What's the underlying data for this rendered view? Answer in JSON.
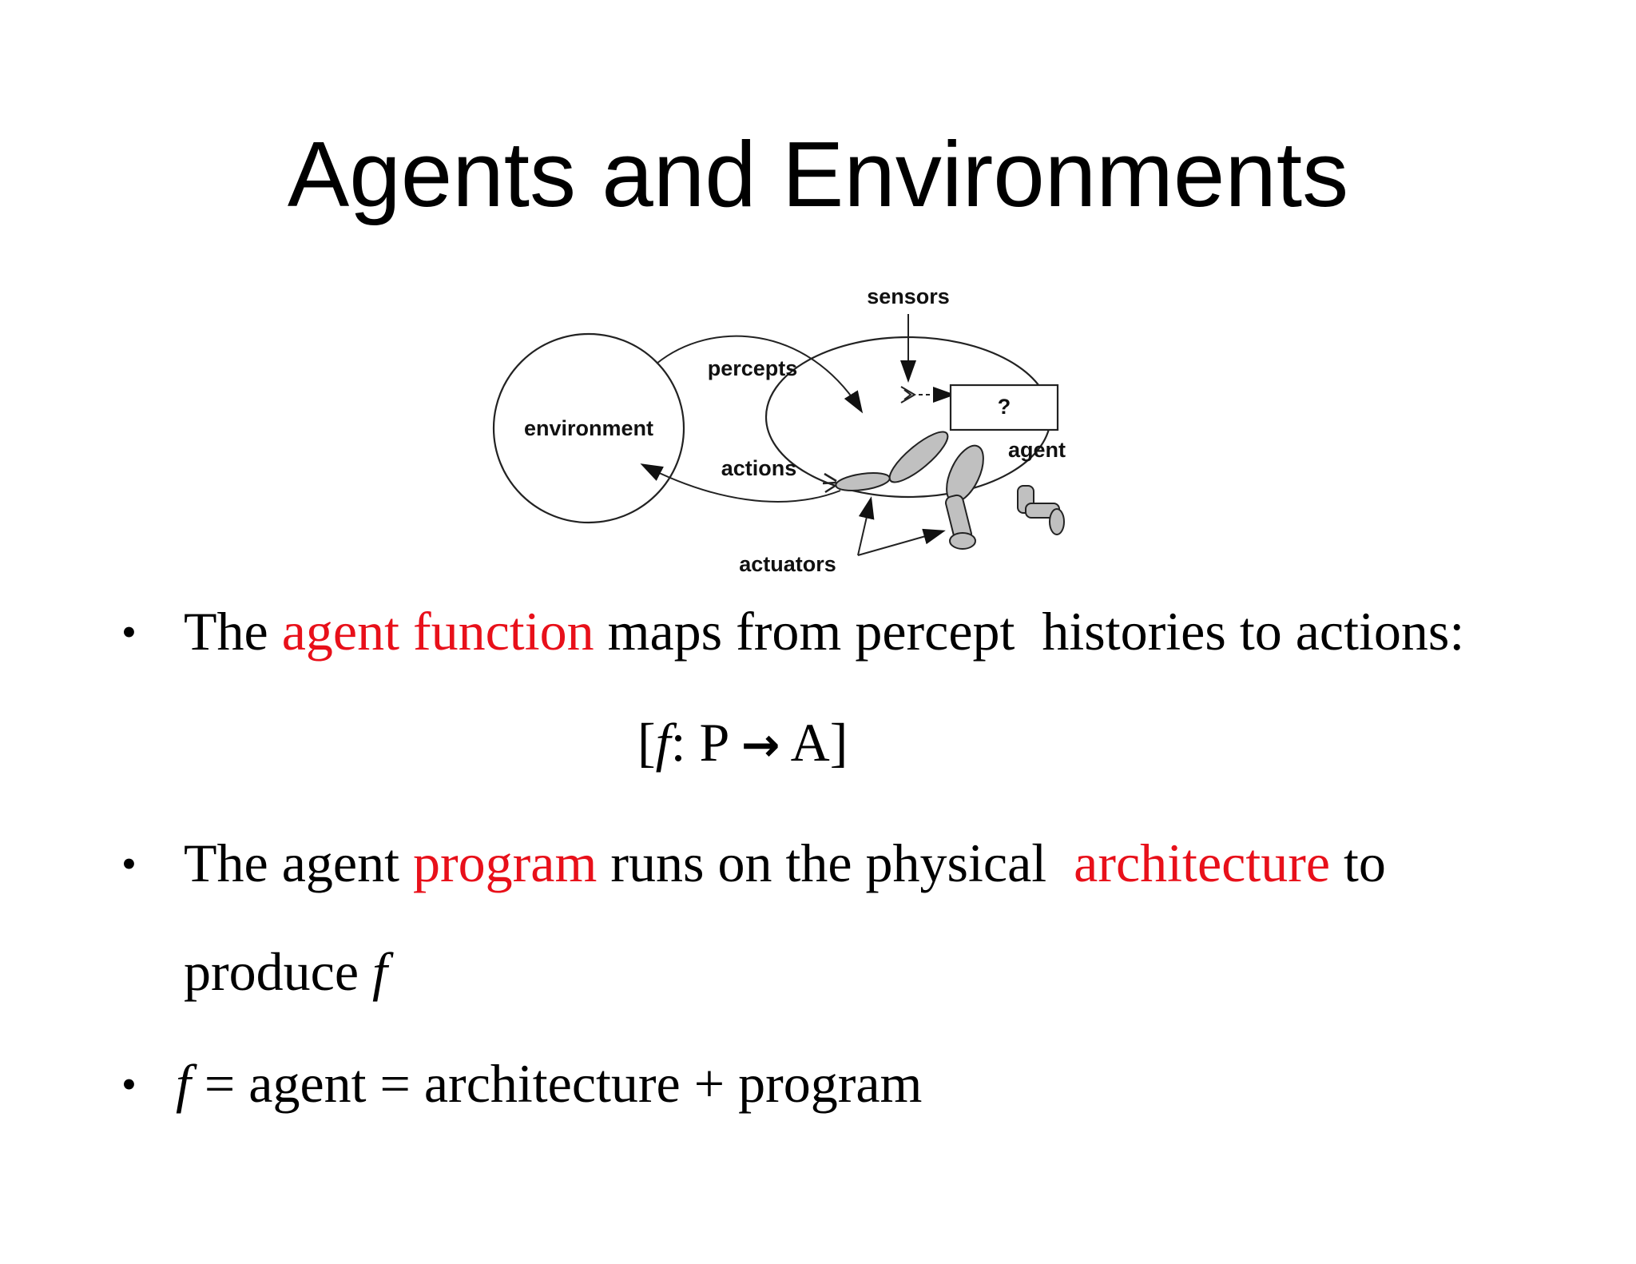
{
  "slide": {
    "title": "Agents and Environments"
  },
  "diagram": {
    "labels": {
      "sensors": "sensors",
      "percepts": "percepts",
      "environment": "environment",
      "actions": "actions",
      "agent": "agent",
      "unknown": "?",
      "actuators": "actuators"
    }
  },
  "bullets": {
    "b1": {
      "text_before": "The",
      "highlight": "agent function",
      "text_after": "maps from percept  histories to actions:"
    },
    "formula": {
      "open": "[",
      "f": "f",
      "rest": ": P",
      "arrow": "→",
      "close": "A]"
    },
    "b2": {
      "text_before": "The agent",
      "highlight1": "program",
      "text_middle": "runs on the physical",
      "highlight2": "architecture",
      "text_after": "to",
      "line2_text": "produce",
      "line2_f": "f"
    },
    "b3": {
      "f": "f",
      "text": "= agent = architecture + program"
    },
    "bullet_symbol": "•"
  },
  "colors": {
    "highlight": "#e8101a",
    "text": "#000000",
    "agent_limb_fill": "#c0c0c0"
  }
}
